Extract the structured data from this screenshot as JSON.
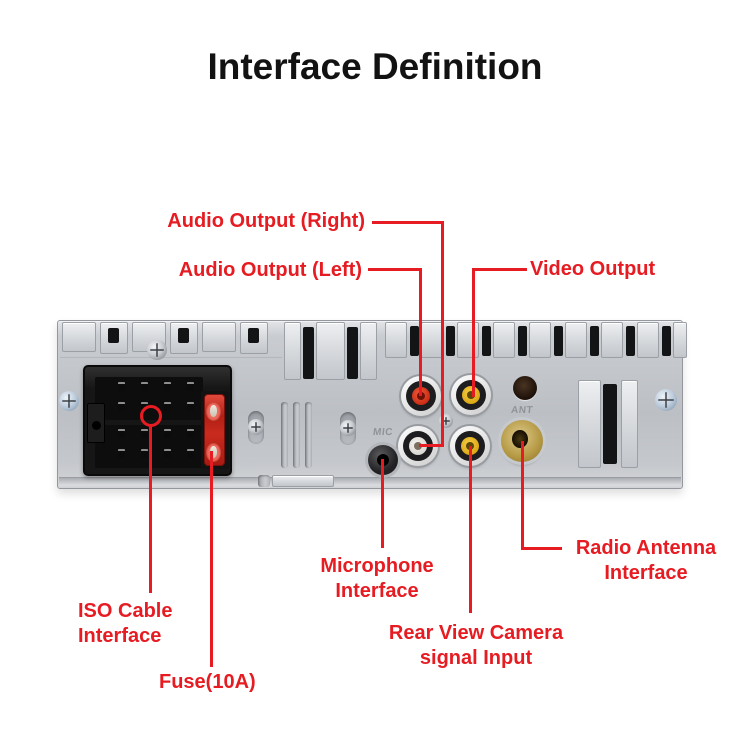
{
  "title": "Interface Definition",
  "colors": {
    "accent_red": "#e61c22",
    "title_black": "#121212",
    "panel_gray": "#c5c8cc"
  },
  "callouts": {
    "audio_right": {
      "label": "Audio Output (Right)"
    },
    "audio_left": {
      "label": "Audio Output (Left)"
    },
    "video_output": {
      "label": "Video Output"
    },
    "microphone": {
      "line1": "Microphone",
      "line2": "Interface"
    },
    "rear_camera": {
      "line1": "Rear View Camera",
      "line2": "signal Input"
    },
    "radio_antenna": {
      "line1": "Radio Antenna",
      "line2": "Interface"
    },
    "iso_cable": {
      "line1": "ISO Cable",
      "line2": "Interface"
    },
    "fuse": {
      "label": "Fuse(10A)"
    }
  },
  "panel_markings": {
    "mic": "MIC",
    "ant": "ANT"
  }
}
